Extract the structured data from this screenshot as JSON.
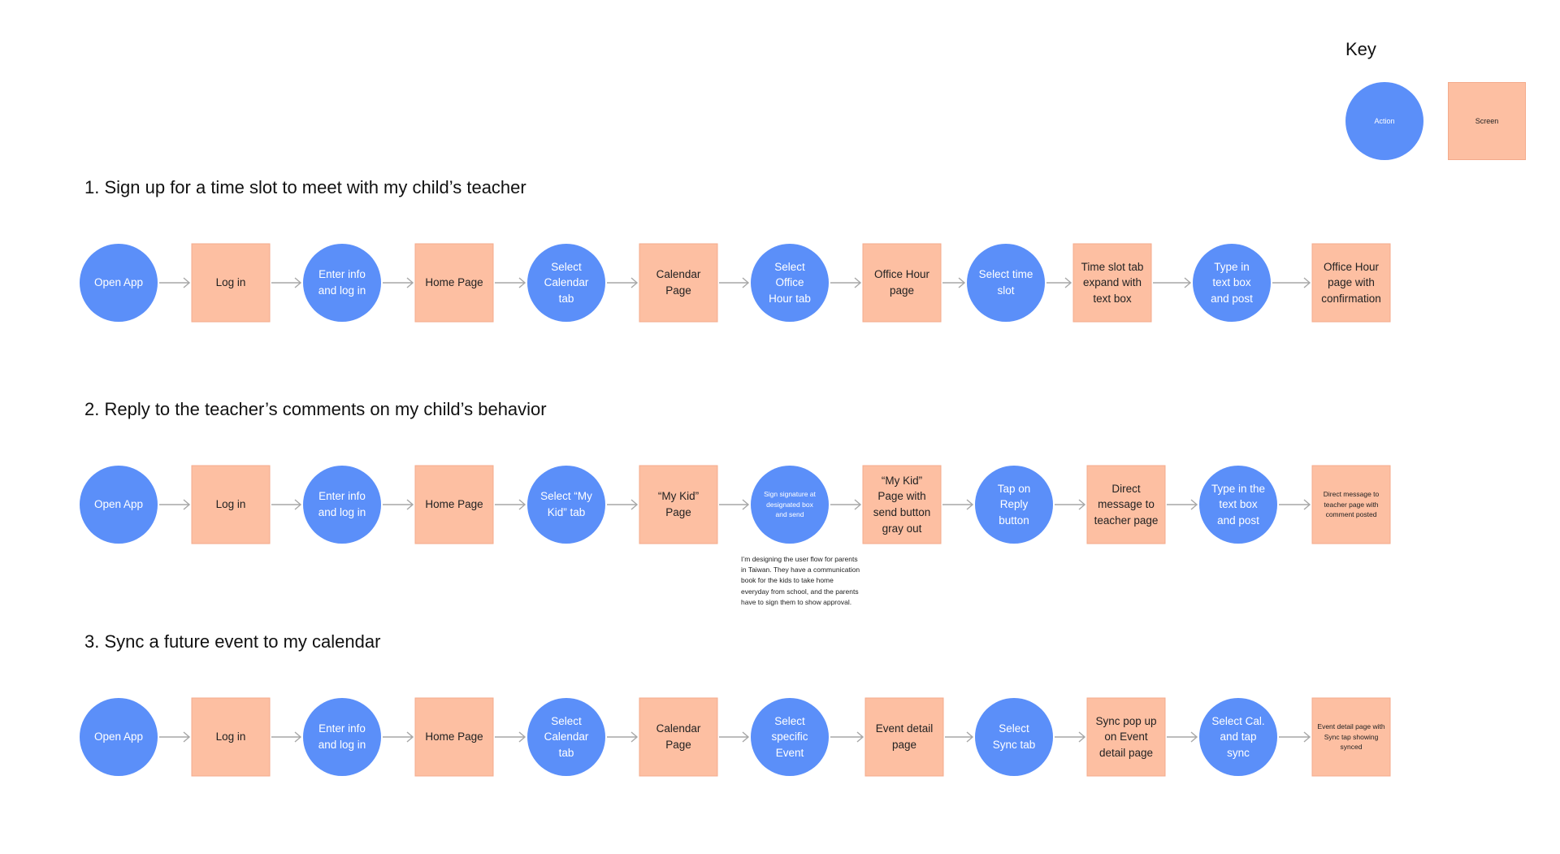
{
  "key": {
    "title": "Key",
    "action": "Action",
    "screen": "Screen"
  },
  "colors": {
    "action": "#5b8ff9",
    "screen": "#fdbfa2",
    "arrow": "#a7a7a7"
  },
  "flows": [
    {
      "title": "1.  Sign up for a time slot to meet with my child’s teacher",
      "nodes": [
        {
          "type": "action",
          "label": "Open App"
        },
        {
          "type": "screen",
          "label": "Log in"
        },
        {
          "type": "action",
          "label": "Enter info and log in"
        },
        {
          "type": "screen",
          "label": "Home Page"
        },
        {
          "type": "action",
          "label": "Select Calendar tab"
        },
        {
          "type": "screen",
          "label": "Calendar Page"
        },
        {
          "type": "action",
          "label": "Select Office Hour tab"
        },
        {
          "type": "screen",
          "label": "Office Hour page"
        },
        {
          "type": "action",
          "label": "Select time slot"
        },
        {
          "type": "screen",
          "label": "Time slot tab expand with text box"
        },
        {
          "type": "action",
          "label": "Type in text box and post"
        },
        {
          "type": "screen",
          "label": "Office Hour page with confirmation"
        }
      ]
    },
    {
      "title": "2.  Reply to the teacher’s comments on my child’s behavior",
      "nodes": [
        {
          "type": "action",
          "label": "Open App"
        },
        {
          "type": "screen",
          "label": "Log in"
        },
        {
          "type": "action",
          "label": "Enter info and log in"
        },
        {
          "type": "screen",
          "label": "Home Page"
        },
        {
          "type": "action",
          "label": "Select “My Kid” tab"
        },
        {
          "type": "screen",
          "label": "“My Kid” Page"
        },
        {
          "type": "action",
          "label": "Sign signature at designated box and send",
          "small": true
        },
        {
          "type": "screen",
          "label": "“My Kid” Page with send button gray out"
        },
        {
          "type": "action",
          "label": "Tap on Reply button"
        },
        {
          "type": "screen",
          "label": "Direct message to teacher page"
        },
        {
          "type": "action",
          "label": "Type in the text box and post"
        },
        {
          "type": "screen",
          "label": "Direct message to teacher page with comment posted",
          "small": true
        }
      ],
      "note": "I’m designing the user flow for parents in Taiwan. They have a communication book for the kids to take home everyday from school, and the parents have to sign them to show approval."
    },
    {
      "title": "3.  Sync a future event to my calendar",
      "nodes": [
        {
          "type": "action",
          "label": "Open App"
        },
        {
          "type": "screen",
          "label": "Log in"
        },
        {
          "type": "action",
          "label": "Enter info and log in"
        },
        {
          "type": "screen",
          "label": "Home Page"
        },
        {
          "type": "action",
          "label": "Select Calendar tab"
        },
        {
          "type": "screen",
          "label": "Calendar Page"
        },
        {
          "type": "action",
          "label": "Select specific Event"
        },
        {
          "type": "screen",
          "label": "Event detail page"
        },
        {
          "type": "action",
          "label": "Select Sync tab"
        },
        {
          "type": "screen",
          "label": "Sync pop up on Event detail page"
        },
        {
          "type": "action",
          "label": "Select Cal. and tap sync"
        },
        {
          "type": "screen",
          "label": "Event detail page with Sync tap showing synced",
          "small": true
        }
      ]
    }
  ]
}
